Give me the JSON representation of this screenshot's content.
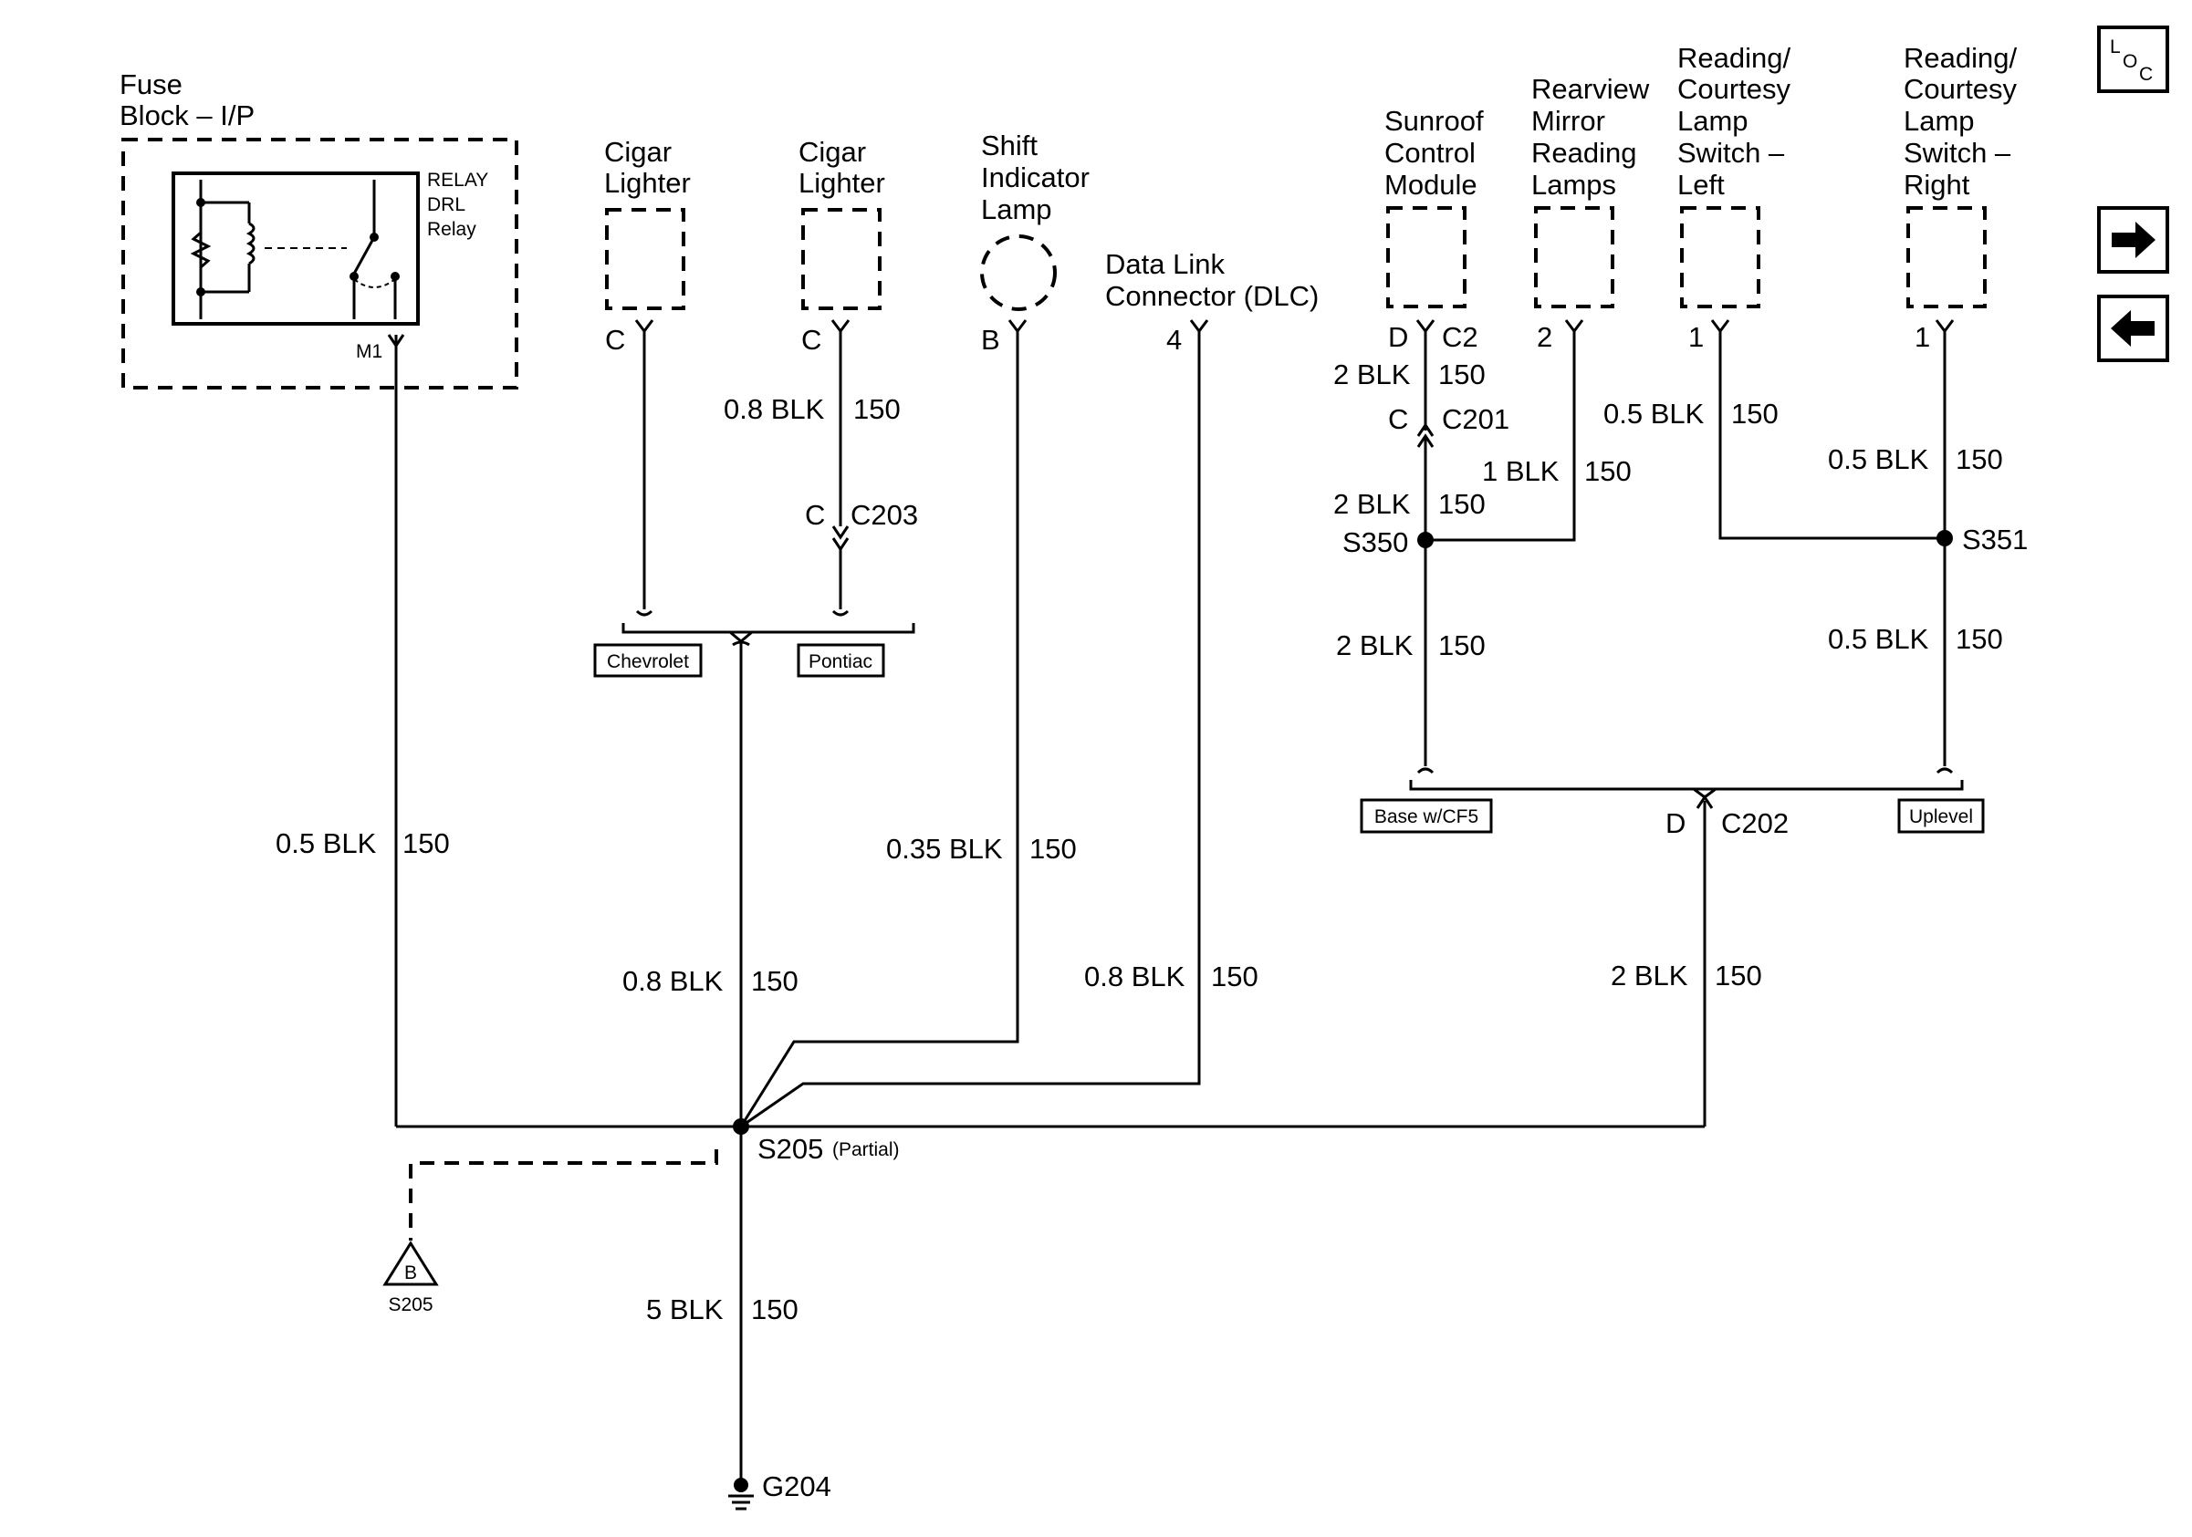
{
  "fuse_block": {
    "title_1": "Fuse",
    "title_2": "Block – I/P",
    "relay_1": "RELAY",
    "relay_2": "DRL",
    "relay_3": "Relay",
    "terminal": "M1"
  },
  "wire_fuse": {
    "gauge": "0.5 BLK",
    "circuit": "150"
  },
  "cigar_chev": {
    "title_1": "Cigar",
    "title_2": "Lighter",
    "terminal": "C"
  },
  "cigar_pont": {
    "title_1": "Cigar",
    "title_2": "Lighter",
    "terminal": "C",
    "gauge": "0.8 BLK",
    "circuit": "150",
    "conn_terminal": "C",
    "conn": "C203"
  },
  "variants_left": {
    "left": "Chevrolet",
    "right": "Pontiac"
  },
  "wire_cigar_main": {
    "gauge": "0.8 BLK",
    "circuit": "150"
  },
  "shift_lamp": {
    "title_1": "Shift",
    "title_2": "Indicator",
    "title_3": "Lamp",
    "terminal": "B",
    "gauge": "0.35 BLK",
    "circuit": "150"
  },
  "dlc": {
    "title_1": "Data Link",
    "title_2": "Connector (DLC)",
    "terminal": "4",
    "gauge": "0.8 BLK",
    "circuit": "150"
  },
  "sunroof": {
    "title_1": "Sunroof",
    "title_2": "Control",
    "title_3": "Module",
    "terminal": "D",
    "conn": "C2",
    "gauge": "2 BLK",
    "circuit": "150"
  },
  "c201": {
    "terminal": "C",
    "conn": "C201"
  },
  "mirror": {
    "title_1": "Rearview",
    "title_2": "Mirror",
    "title_3": "Reading",
    "title_4": "Lamps",
    "terminal": "2",
    "gauge": "1 BLK",
    "circuit": "150"
  },
  "switch_left": {
    "title_1": "Reading/",
    "title_2": "Courtesy",
    "title_3": "Lamp",
    "title_4": "Switch –",
    "title_5": "Left",
    "terminal": "1",
    "gauge": "0.5 BLK",
    "circuit": "150"
  },
  "switch_right": {
    "title_1": "Reading/",
    "title_2": "Courtesy",
    "title_3": "Lamp",
    "title_4": "Switch –",
    "title_5": "Right",
    "terminal": "1",
    "gauge": "0.5 BLK",
    "circuit": "150"
  },
  "s350": {
    "label": "S350",
    "gauge_upper": "2 BLK",
    "circuit_upper": "150",
    "gauge_lower": "2 BLK",
    "circuit_lower": "150"
  },
  "s351": {
    "label": "S351",
    "gauge_lower": "0.5 BLK",
    "circuit_lower": "150"
  },
  "variants_right": {
    "left": "Base w/CF5",
    "right": "Uplevel"
  },
  "c202": {
    "terminal": "D",
    "conn": "C202",
    "gauge": "2 BLK",
    "circuit": "150"
  },
  "s205": {
    "label": "S205",
    "note": "(Partial)",
    "ref_letter": "B",
    "ref_label": "S205"
  },
  "ground": {
    "gauge": "5 BLK",
    "circuit": "150",
    "label": "G204"
  },
  "nav": {
    "loc_l": "L",
    "loc_o": "O",
    "loc_c": "C",
    "next_glyph": "➜",
    "prev_glyph": "⬅"
  }
}
